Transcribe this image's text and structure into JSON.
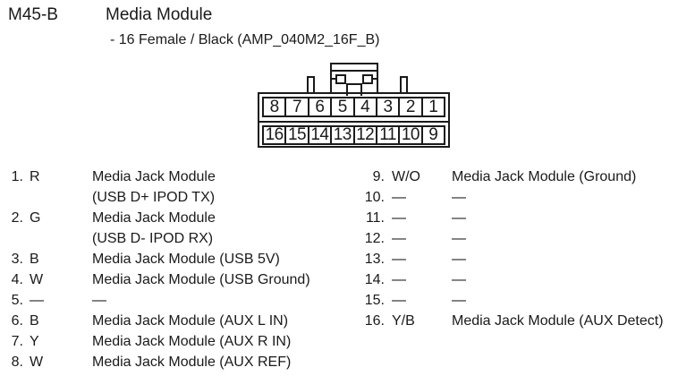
{
  "header": {
    "code": "M45-B",
    "name": "Media Module",
    "subtitle": "- 16 Female / Black (AMP_040M2_16F_B)"
  },
  "connector": {
    "top_row": [
      "8",
      "7",
      "6",
      "5",
      "4",
      "3",
      "2",
      "1"
    ],
    "bottom_row": [
      "16",
      "15",
      "14",
      "13",
      "12",
      "11",
      "10",
      "9"
    ]
  },
  "pin_list": {
    "left": [
      {
        "num": "1.",
        "color": "R",
        "desc_lines": [
          "Media Jack Module",
          "(USB D+ IPOD TX)"
        ]
      },
      {
        "num": "2.",
        "color": "G",
        "desc_lines": [
          "Media Jack Module",
          "(USB D- IPOD RX)"
        ]
      },
      {
        "num": "3.",
        "color": "B",
        "desc_lines": [
          "Media Jack Module (USB 5V)"
        ]
      },
      {
        "num": "4.",
        "color": "W",
        "desc_lines": [
          "Media Jack Module (USB Ground)"
        ]
      },
      {
        "num": "5.",
        "color": "—",
        "desc_lines": [
          "—"
        ]
      },
      {
        "num": "6.",
        "color": "B",
        "desc_lines": [
          "Media Jack Module (AUX L IN)"
        ]
      },
      {
        "num": "7.",
        "color": "Y",
        "desc_lines": [
          "Media Jack Module (AUX R IN)"
        ]
      },
      {
        "num": "8.",
        "color": "W",
        "desc_lines": [
          "Media Jack Module (AUX REF)"
        ]
      }
    ],
    "right": [
      {
        "num": "9.",
        "color": "W/O",
        "desc_lines": [
          "Media Jack Module (Ground)"
        ]
      },
      {
        "num": "10.",
        "color": "—",
        "desc_lines": [
          "—"
        ]
      },
      {
        "num": "11.",
        "color": "—",
        "desc_lines": [
          "—"
        ]
      },
      {
        "num": "12.",
        "color": "—",
        "desc_lines": [
          "—"
        ]
      },
      {
        "num": "13.",
        "color": "—",
        "desc_lines": [
          "—"
        ]
      },
      {
        "num": "14.",
        "color": "—",
        "desc_lines": [
          "—"
        ]
      },
      {
        "num": "15.",
        "color": "—",
        "desc_lines": [
          "—"
        ]
      },
      {
        "num": "16.",
        "color": "Y/B",
        "desc_lines": [
          "Media Jack Module (AUX Detect)"
        ]
      }
    ]
  },
  "colors": {
    "ink": "#1a1a1a",
    "background": "#ffffff"
  }
}
